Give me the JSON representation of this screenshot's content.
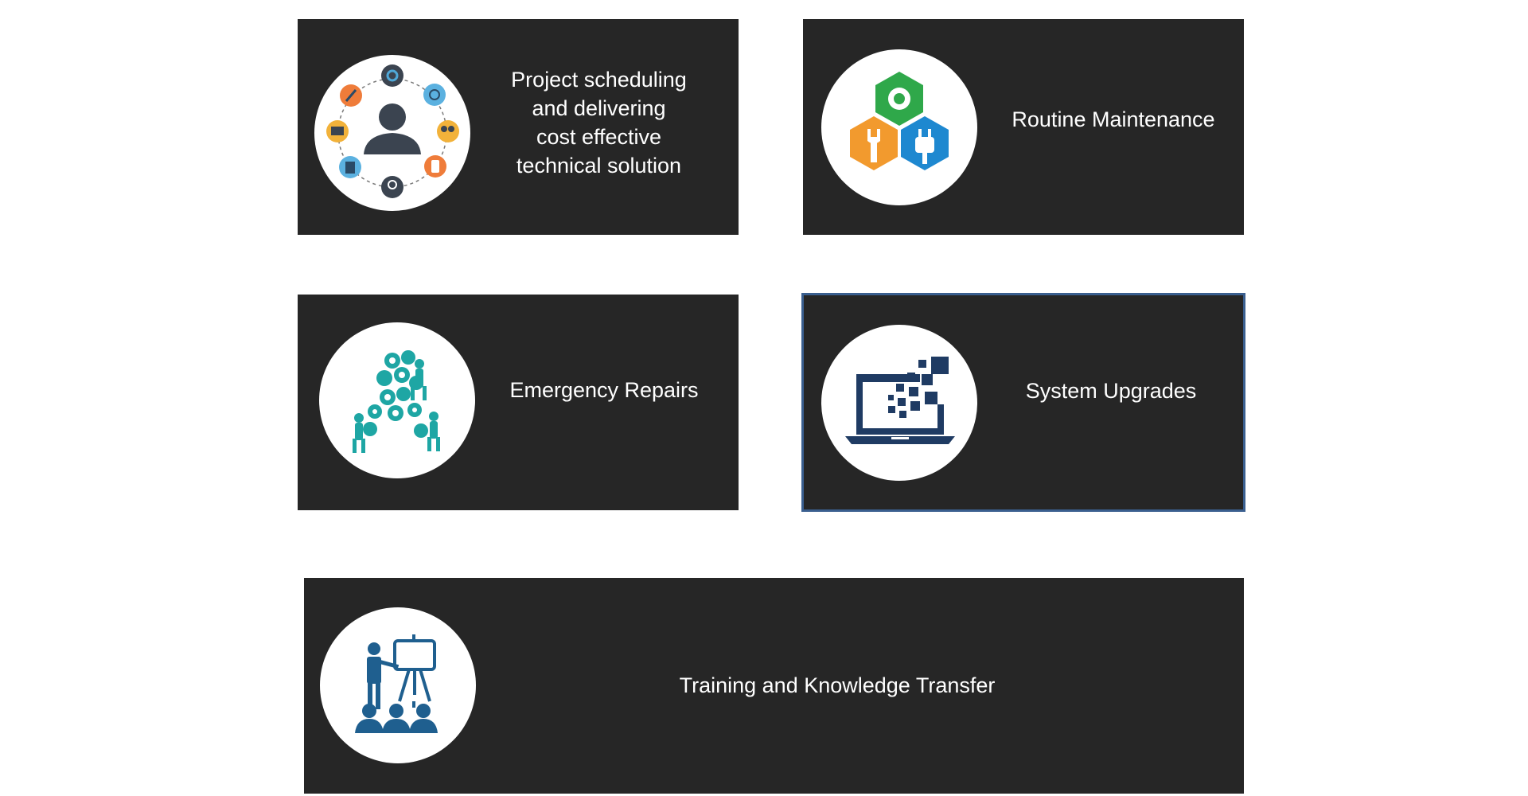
{
  "cards": [
    {
      "label_lines": [
        "Project scheduling",
        "and delivering",
        "cost effective",
        "technical solution"
      ],
      "icon": "team-management-icon"
    },
    {
      "label": "Routine Maintenance",
      "icon": "maintenance-hexagons-icon"
    },
    {
      "label": "Emergency Repairs",
      "icon": "gears-teamwork-icon"
    },
    {
      "label": "System Upgrades",
      "icon": "laptop-upgrade-icon",
      "selected": true
    },
    {
      "label": "Training and Knowledge Transfer",
      "icon": "presentation-training-icon"
    }
  ],
  "colors": {
    "card_bg": "#262626",
    "selected_border": "#3a5f8f",
    "text": "#ffffff"
  }
}
